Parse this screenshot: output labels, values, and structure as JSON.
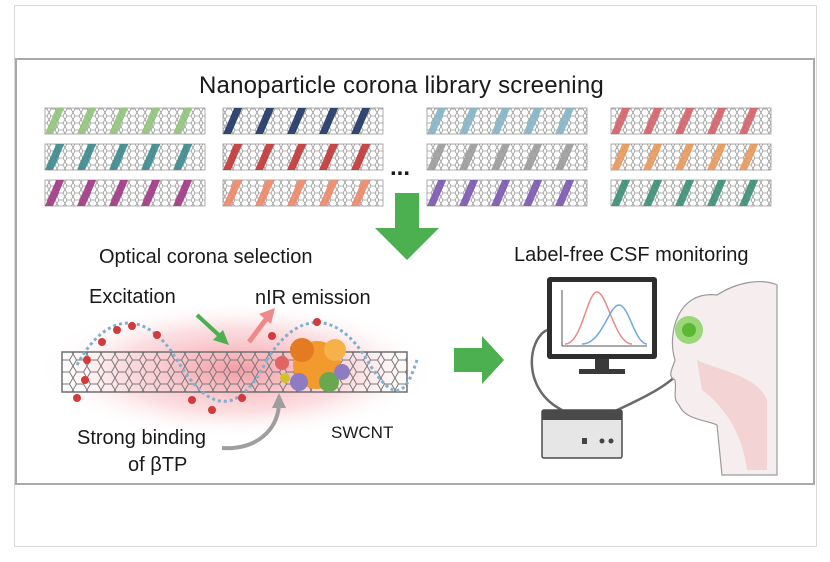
{
  "figure": {
    "title": "Nanoparticle corona library screening",
    "ellipsis": "...",
    "labels": {
      "optical_selection": "Optical corona selection",
      "label_free": "Label-free CSF monitoring",
      "excitation": "Excitation",
      "nir_emission": "nIR emission",
      "strong_binding_line1": "Strong binding",
      "strong_binding_line2": "of βTP",
      "swcnt": "SWCNT"
    },
    "library_colors": [
      [
        "#93c47d",
        "#223a66",
        "#86b5c8",
        "#d5646e"
      ],
      [
        "#3e8a8f",
        "#c23b3b",
        "#9e9e9e",
        "#e8995e"
      ],
      [
        "#a23b84",
        "#ee8a6a",
        "#7d5bb0",
        "#3f8f7a"
      ]
    ],
    "colors": {
      "arrow_green": "#4caf50",
      "frame_gray": "#a9a9a9",
      "glow_pink": "#f4a0a8",
      "tube_gray": "#8a8a8a"
    }
  }
}
